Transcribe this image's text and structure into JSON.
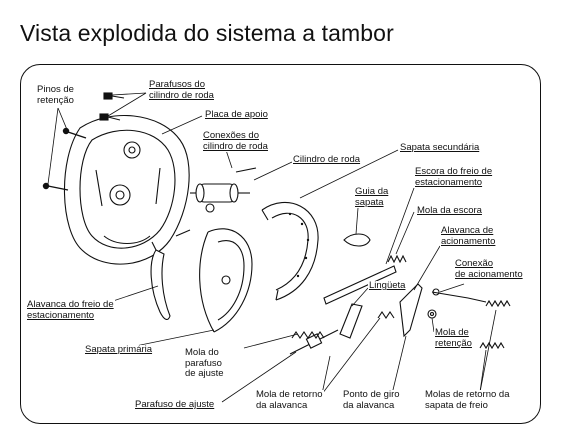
{
  "title": "Vista explodida do sistema a tambor",
  "labels": {
    "pinos_retencao": "Pinos de\nretenção",
    "parafusos_cilindro": "Parafusos do\ncilindro de roda",
    "placa_apoio": "Placa de apoio",
    "conexoes_cilindro": "Conexões do\ncilindro de roda",
    "cilindro_roda": "Cilindro de roda",
    "sapata_secundaria": "Sapata secundária",
    "escora_freio": "Escora do freio de\nestacionamento",
    "guia_sapata": "Guia da\nsapata",
    "mola_escora": "Mola da escora",
    "alavanca_acionamento": "Alavanca de\nacionamento",
    "conexao_acionamento": "Conexão\nde acionamento",
    "lingueta": "Lingüeta",
    "alavanca_freio": "Alavanca do freio de\nestacionamento",
    "mola_retencao": "Mola de\nretenção",
    "sapata_primaria": "Sapata primária",
    "mola_parafuso": "Mola do\nparafuso\nde ajuste",
    "parafuso_ajuste": "Parafuso de ajuste",
    "mola_retorno_alavanca": "Mola de retorno\nda alavanca",
    "ponto_giro": "Ponto de giro\nda alavanca",
    "molas_retorno_sapata": "Molas de retorno da\nsapata de freio"
  }
}
